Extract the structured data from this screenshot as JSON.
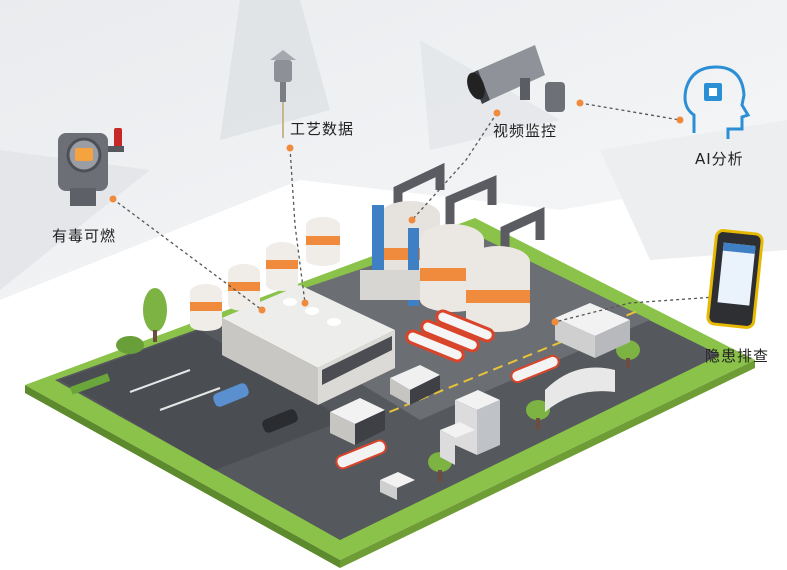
{
  "labels": {
    "gas_detector": "有毒可燃",
    "process_data": "工艺数据",
    "video_monitoring": "视频监控",
    "ai_analysis": "AI分析",
    "hazard_inspection": "隐患排查"
  },
  "icons": [
    "gas-detector-icon",
    "temperature-sensor-icon",
    "cctv-camera-icon",
    "ai-brain-icon",
    "handheld-terminal-icon"
  ],
  "colors": {
    "accent": "#f08a3c",
    "ai_blue": "#2b8fd6",
    "ground": "#5a5c60",
    "grass": "#7cb342"
  }
}
